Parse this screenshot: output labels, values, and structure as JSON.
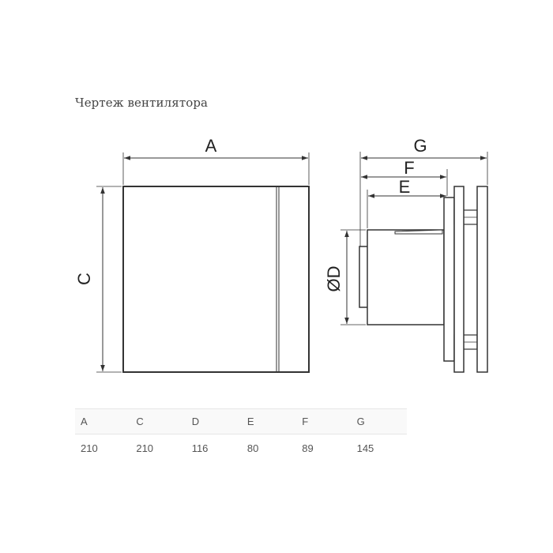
{
  "page": {
    "title": "Чертеж вентилятора"
  },
  "drawing": {
    "front_view": {
      "width_label": "A",
      "height_label": "C"
    },
    "side_view": {
      "total_depth_label": "G",
      "depth_f_label": "F",
      "depth_e_label": "E",
      "diameter_label": "ØD"
    },
    "line_color": "#333333",
    "panel_fill": "#ffffff"
  },
  "dimensions_table": {
    "headers": [
      "A",
      "C",
      "D",
      "E",
      "F",
      "G"
    ],
    "values": [
      "210",
      "210",
      "116",
      "80",
      "89",
      "145"
    ]
  }
}
